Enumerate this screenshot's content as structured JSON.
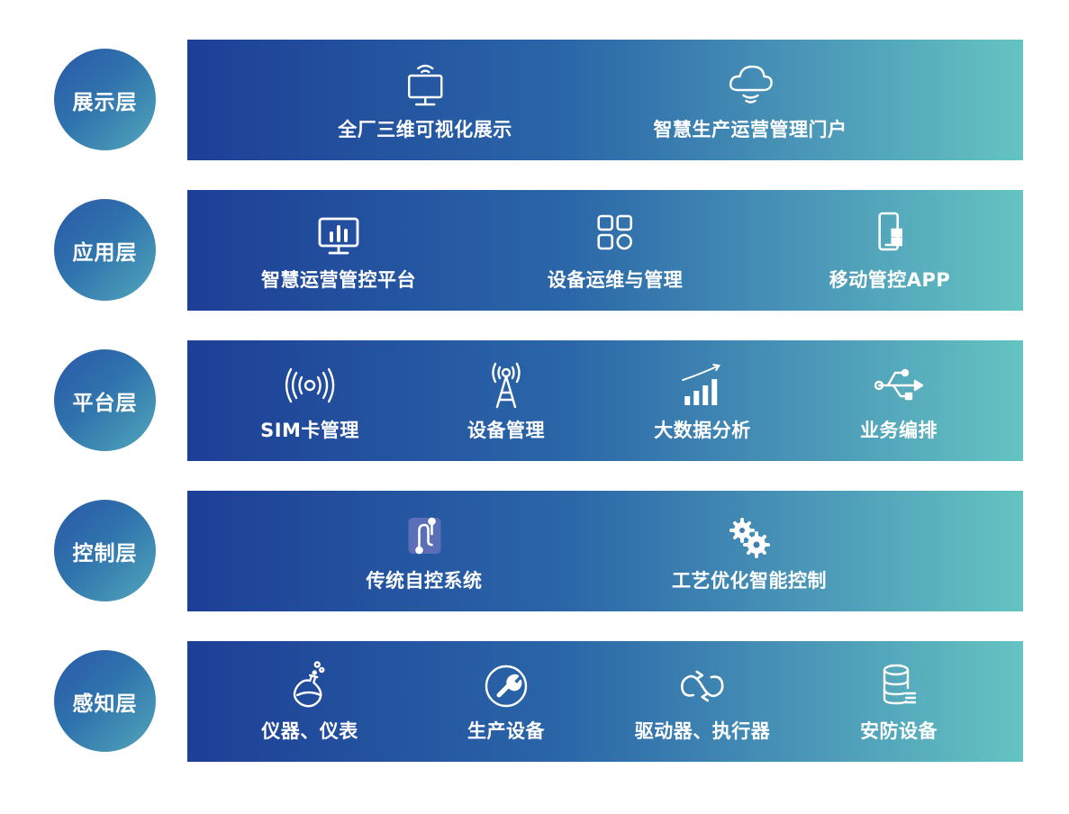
{
  "layers": [
    {
      "name": "展示层",
      "items": [
        {
          "label": "全厂三维可视化展示",
          "icon": "monitor-wifi-icon"
        },
        {
          "label": "智慧生产运营管理门户",
          "icon": "cloud-icon"
        }
      ]
    },
    {
      "name": "应用层",
      "items": [
        {
          "label": "智慧运营管控平台",
          "icon": "dashboard-monitor-icon"
        },
        {
          "label": "设备运维与管理",
          "icon": "apps-grid-icon"
        },
        {
          "label": "移动管控APP",
          "icon": "mobile-phone-icon"
        }
      ]
    },
    {
      "name": "平台层",
      "items": [
        {
          "label": "SIM卡管理",
          "icon": "signal-broadcast-icon"
        },
        {
          "label": "设备管理",
          "icon": "antenna-tower-icon"
        },
        {
          "label": "大数据分析",
          "icon": "bar-chart-rising-icon"
        },
        {
          "label": "业务编排",
          "icon": "usb-branch-icon"
        }
      ]
    },
    {
      "name": "控制层",
      "items": [
        {
          "label": "传统自控系统",
          "icon": "circuit-path-icon"
        },
        {
          "label": "工艺优化智能控制",
          "icon": "gears-icon"
        }
      ]
    },
    {
      "name": "感知层",
      "items": [
        {
          "label": "仪器、仪表",
          "icon": "flask-icon"
        },
        {
          "label": "生产设备",
          "icon": "wrench-icon"
        },
        {
          "label": "驱动器、执行器",
          "icon": "cycle-arrows-icon"
        },
        {
          "label": "安防设备",
          "icon": "database-icon"
        }
      ]
    }
  ],
  "colors": {
    "band_start": "#1d3f96",
    "band_end": "#64c4c1",
    "text": "#ffffff"
  }
}
